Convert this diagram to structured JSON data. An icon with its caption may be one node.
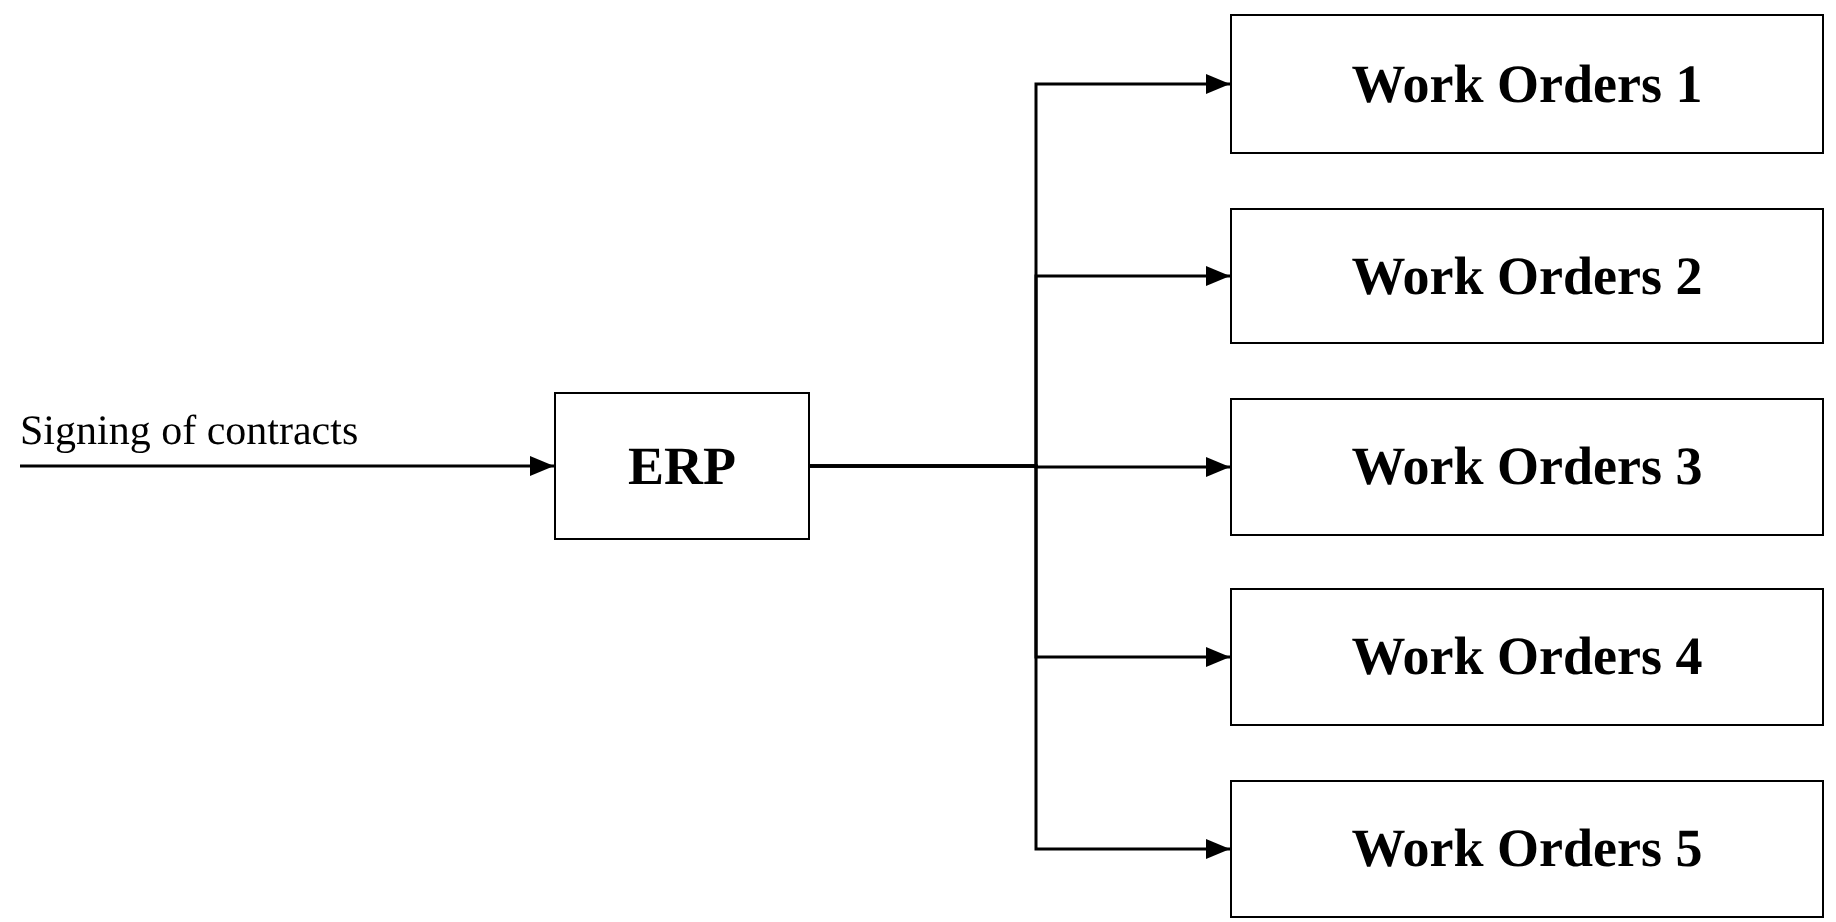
{
  "diagram": {
    "nodes": [
      {
        "text": [
          "ERP"
        ]
      },
      {
        "text": [
          "Work Orders 1"
        ]
      },
      {
        "text": [
          "Work Orders 2"
        ]
      },
      {
        "text": [
          "Work Orders 3"
        ]
      },
      {
        "text": [
          "Work Orders 4"
        ]
      },
      {
        "text": [
          "Work Orders 5"
        ]
      }
    ],
    "edges": [
      {
        "from": null,
        "to": 0,
        "arrow": "to",
        "label": "Signing of contracts"
      },
      {
        "from": 0,
        "to": 1,
        "arrow": "to"
      },
      {
        "from": 0,
        "to": 2,
        "arrow": "to"
      },
      {
        "from": 0,
        "to": 3,
        "arrow": "to"
      },
      {
        "from": 0,
        "to": 4,
        "arrow": "to"
      },
      {
        "from": 0,
        "to": 5,
        "arrow": "to"
      }
    ]
  }
}
